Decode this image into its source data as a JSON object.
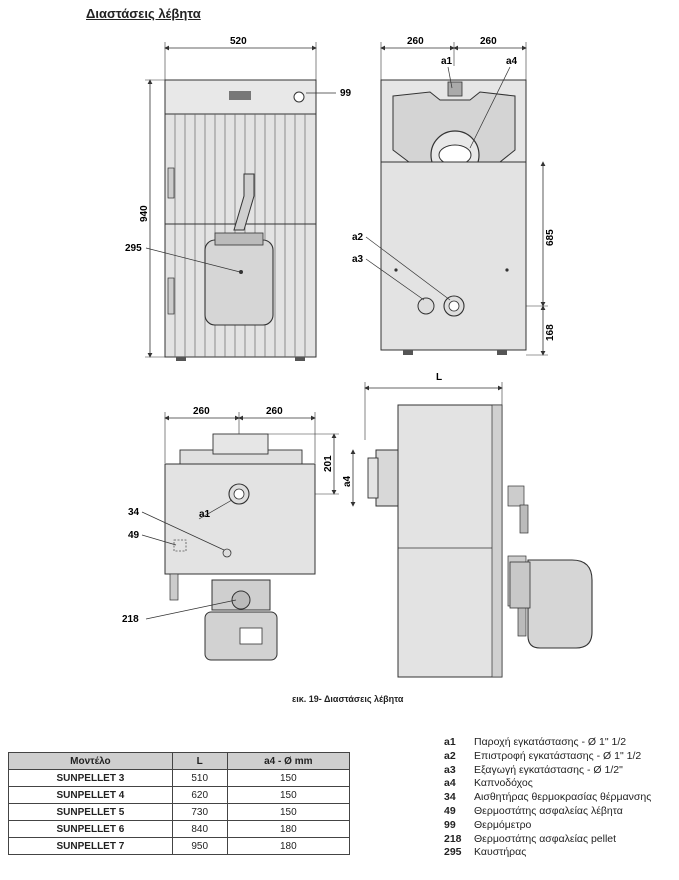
{
  "title": "Διαστάσεις λέβητα",
  "drawing": {
    "front": {
      "width": "520",
      "height": "940",
      "callout_99": "99",
      "callout_295": "295"
    },
    "back": {
      "w_left": "260",
      "w_right": "260",
      "a1": "a1",
      "a4": "a4",
      "a2": "a2",
      "a3": "a3",
      "h_685": "685",
      "h_168": "168"
    },
    "top": {
      "w_left": "260",
      "w_right": "260",
      "depth": "201",
      "a1": "a1",
      "c34": "34",
      "c49": "49",
      "c218": "218"
    },
    "side": {
      "length": "L",
      "a4": "a4"
    }
  },
  "caption": "εικ. 19- Διαστάσεις λέβητα",
  "table": {
    "headers": [
      "Μοντέλο",
      "L",
      "a4 - Ø mm"
    ],
    "rows": [
      {
        "model": "SUNPELLET 3",
        "L": "510",
        "a4": "150"
      },
      {
        "model": "SUNPELLET 4",
        "L": "620",
        "a4": "150"
      },
      {
        "model": "SUNPELLET 5",
        "L": "730",
        "a4": "150"
      },
      {
        "model": "SUNPELLET 6",
        "L": "840",
        "a4": "180"
      },
      {
        "model": "SUNPELLET 7",
        "L": "950",
        "a4": "180"
      }
    ]
  },
  "legend": [
    {
      "code": "a1",
      "text": "Παροχή εγκατάστασης - Ø 1\" 1/2"
    },
    {
      "code": "a2",
      "text": "Επιστροφή εγκατάστασης - Ø 1\" 1/2"
    },
    {
      "code": "a3",
      "text": "Εξαγωγή εγκατάστασης - Ø 1/2\""
    },
    {
      "code": "a4",
      "text": "Καπνοδόχος"
    },
    {
      "code": "34",
      "text": "Αισθητήρας θερμοκρασίας θέρμανσης"
    },
    {
      "code": "49",
      "text": "Θερμοστάτης ασφαλείας λέβητα"
    },
    {
      "code": "99",
      "text": "Θερμόμετρο"
    },
    {
      "code": "218",
      "text": "Θερμοστάτης ασφαλείας pellet"
    },
    {
      "code": "295",
      "text": "Καυστήρας"
    }
  ]
}
